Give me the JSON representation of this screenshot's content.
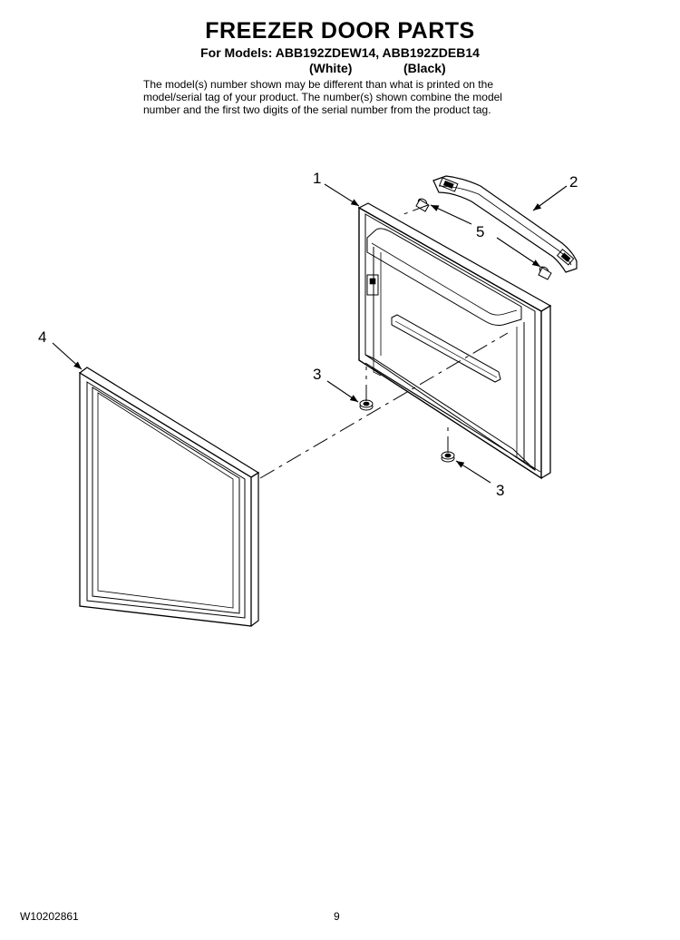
{
  "header": {
    "title": "FREEZER DOOR PARTS",
    "models": "For Models: ABB192ZDEW14, ABB192ZDEB14",
    "color_white": "(White)",
    "color_black": "(Black)",
    "note_lines": [
      "The model(s) number shown may be different than what is printed on the",
      "model/serial tag of your product. The number(s) shown combine the model",
      "number and the first two digits of the serial number from the product tag."
    ]
  },
  "callouts": {
    "door": "1",
    "handle": "2",
    "bumper_a": "3",
    "bumper_b": "3",
    "gasket": "4",
    "screw": "5"
  },
  "footer": {
    "doc_number": "W10202861",
    "page_number": "9"
  }
}
